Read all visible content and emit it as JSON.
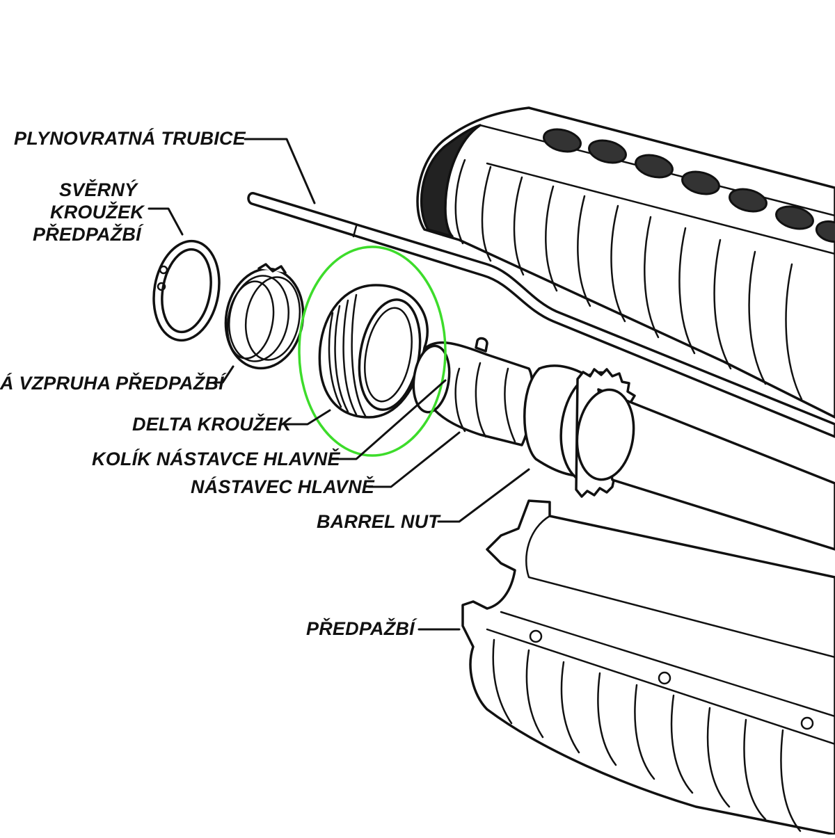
{
  "labels": {
    "gas_tube": "PLYNOVRATNÁ TRUBICE",
    "snap_ring_1": "SVĚRNÝ",
    "snap_ring_2": "KROUŽEK",
    "snap_ring_3": "PŘEDPAŽBÍ",
    "weld_spring": "Á VZPRUHA PŘEDPAŽBÍ",
    "delta_ring": "DELTA KROUŽEK",
    "barrel_ext_pin": "KOLÍK NÁSTAVCE HLAVNĚ",
    "barrel_ext": "NÁSTAVEC HLAVNĚ",
    "barrel_nut": "BARREL NUT",
    "handguard": "PŘEDPAŽBÍ"
  },
  "highlight": {
    "target": "delta-ring",
    "color": "#3ddc2b"
  },
  "colors": {
    "ink": "#111111",
    "background": "#ffffff"
  }
}
